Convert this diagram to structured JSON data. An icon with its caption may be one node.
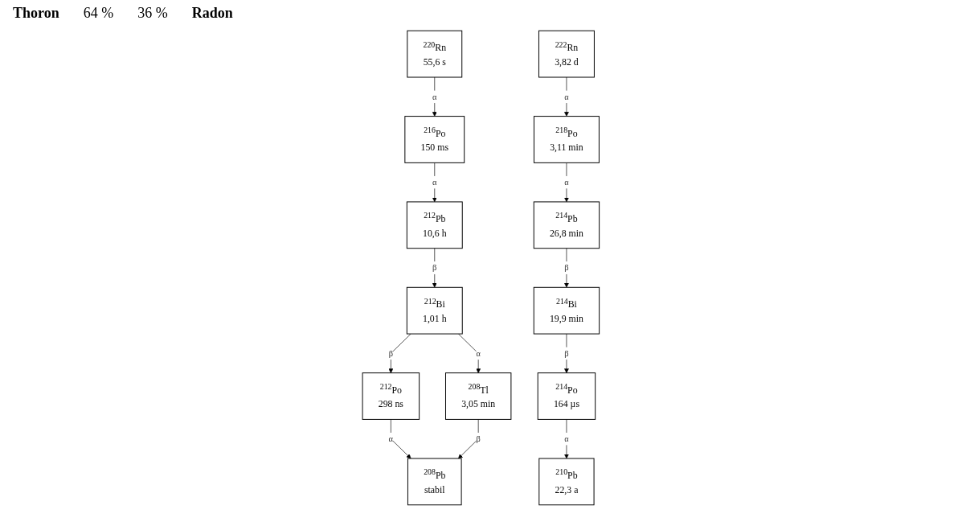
{
  "diagram": {
    "nodes": [
      {
        "text": [
          "$^{220}$Rn",
          "55,6 s"
        ]
      },
      {
        "text": [
          "$^{216}$Po",
          "150 ms"
        ]
      },
      {
        "text": [
          "$^{212}$Pb",
          "10,6 h"
        ]
      },
      {
        "text": [
          "$^{212}$Bi",
          "1,01 h"
        ]
      },
      {
        "text": [
          "$^{212}$Po",
          "298 ns"
        ]
      },
      {
        "text": [
          "$^{208}$Pb",
          "stabil"
        ]
      },
      {
        "text": [
          "$^{208}$Tl",
          "3,05 min"
        ]
      },
      {
        "text": [
          "$^{222}$Rn",
          "3,82 d"
        ]
      },
      {
        "text": [
          "$^{218}$Po",
          "3,11 min"
        ]
      },
      {
        "text": [
          "$^{214}$Pb",
          "26,8 min"
        ]
      },
      {
        "text": [
          "$^{214}$Bi",
          "19,9 min"
        ]
      },
      {
        "text": [
          "$^{214}$Po",
          "164 µs"
        ]
      },
      {
        "text": [
          "$^{210}$Pb",
          "22,3 a"
        ]
      }
    ],
    "edges": [
      {
        "from": 0,
        "to": 1,
        "arrow": "to",
        "label": "α"
      },
      {
        "from": 1,
        "to": 2,
        "arrow": "to",
        "label": "α"
      },
      {
        "from": 2,
        "to": 3,
        "arrow": "to",
        "label": "β"
      },
      {
        "from": 3,
        "to": 4,
        "arrow": "to",
        "label": "β"
      },
      {
        "from": 4,
        "to": 5,
        "arrow": "to",
        "label": "α"
      },
      {
        "from": 3,
        "to": 6,
        "arrow": "to",
        "label": "α"
      },
      {
        "from": 6,
        "to": 5,
        "arrow": "to",
        "label": "β"
      },
      {
        "from": 7,
        "to": 8,
        "arrow": "to",
        "label": "α"
      },
      {
        "from": 8,
        "to": 9,
        "arrow": "to",
        "label": "α"
      },
      {
        "from": 9,
        "to": 10,
        "arrow": "to",
        "label": "β"
      },
      {
        "from": 10,
        "to": 11,
        "arrow": "to",
        "label": "β"
      },
      {
        "from": 11,
        "to": 12,
        "arrow": "to",
        "label": "α"
      }
    ],
    "labels": [
      "Thoron",
      "64 %",
      "36 %",
      "Radon"
    ]
  }
}
